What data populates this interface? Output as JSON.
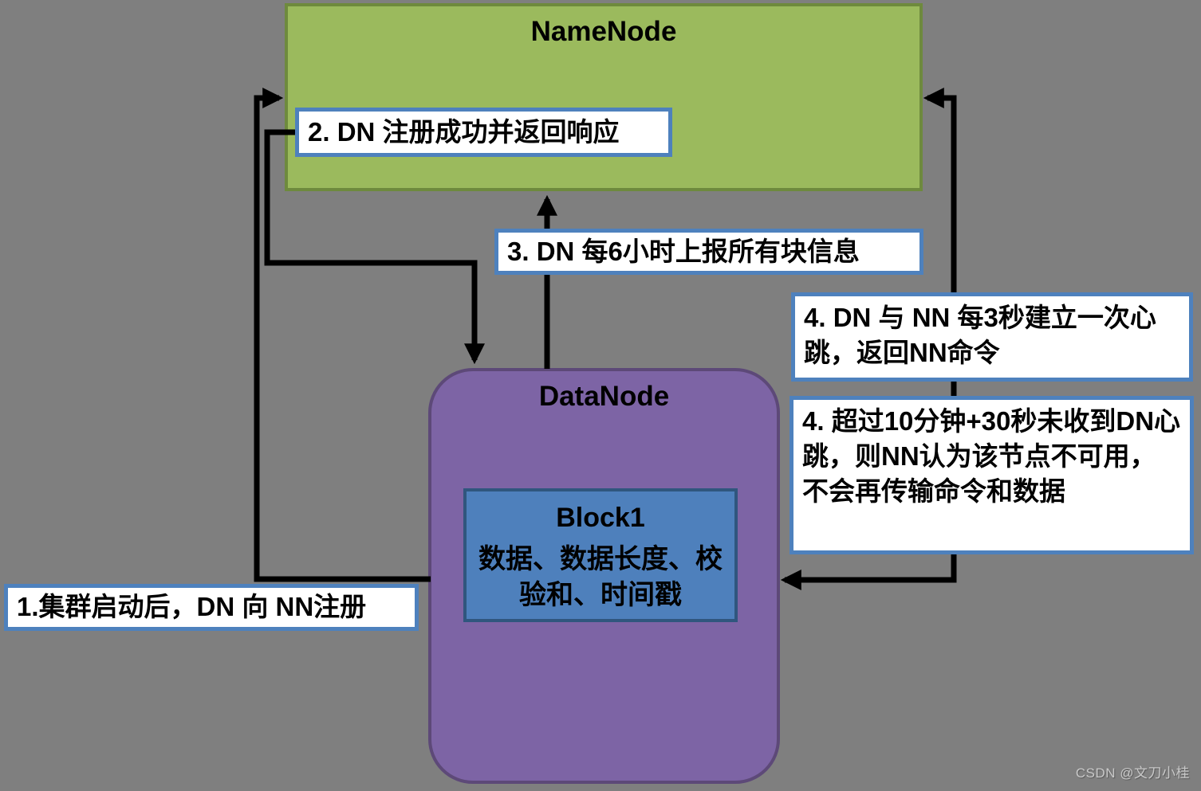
{
  "nodes": {
    "namenode": {
      "title": "NameNode"
    },
    "datanode": {
      "title": "DataNode"
    },
    "block1": {
      "title": "Block1",
      "content": "数据、数据长度、校验和、时间戳"
    }
  },
  "steps": {
    "step1": "1.集群启动后，DN 向 NN注册",
    "step2": "2. DN 注册成功并返回响应",
    "step3": "3. DN 每6小时上报所有块信息",
    "step4a": "4. DN 与 NN 每3秒建立一次心跳，返回NN命令",
    "step4b": "4. 超过10分钟+30秒未收到DN心跳，则NN认为该节点不可用，不会再传输命令和数据"
  },
  "arrows": {
    "register": "DataNode to NameNode registration",
    "register_response": "NameNode response to DataNode",
    "block_report": "DataNode block report to NameNode",
    "heartbeat": "Heartbeat between DataNode and NameNode"
  },
  "watermark": "CSDN @文刀小桂",
  "colors": {
    "background": "#7F7F7F",
    "namenode_fill": "#9BBA5D",
    "namenode_border": "#6E8A3D",
    "datanode_fill": "#7D64A5",
    "datanode_border": "#5D4978",
    "block_fill": "#4E80BC",
    "block_border": "#30567E",
    "label_fill": "#FFFFFF",
    "label_border": "#4E81BD",
    "arrow": "#000000"
  }
}
